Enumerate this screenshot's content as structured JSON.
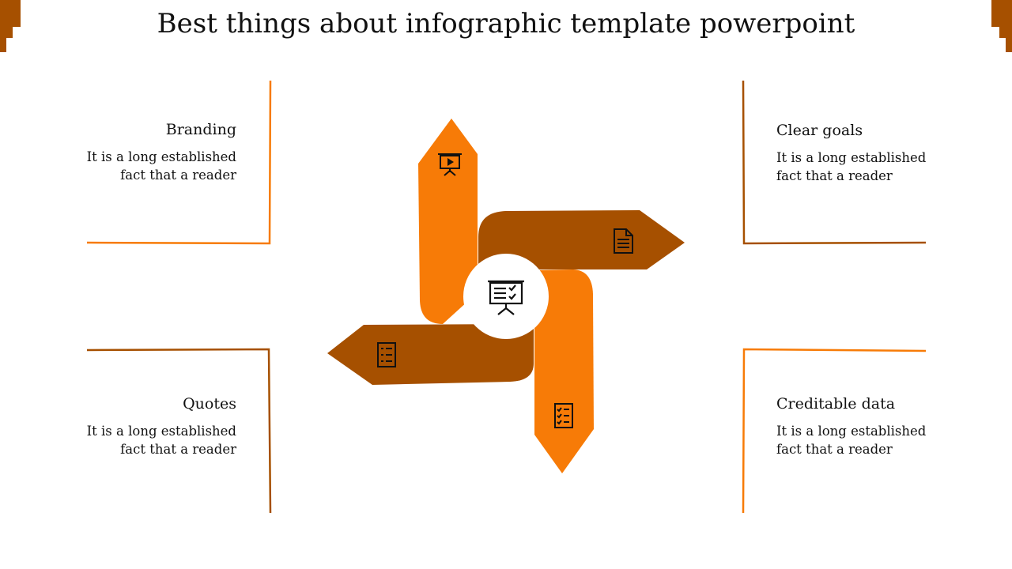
{
  "title": "Best things about infographic template powerpoint",
  "colors": {
    "light_orange": "#F77B07",
    "dark_orange": "#A65000",
    "corner": "#A65000",
    "icon": "#111111",
    "background": "#FFFFFF"
  },
  "center_icon": "presentation-board-checklist-icon",
  "items": [
    {
      "id": "top-left",
      "heading": "Branding",
      "body_line1": "It is a long established",
      "body_line2": "fact that a reader",
      "icon": "presentation-play-icon",
      "accent": "light_orange"
    },
    {
      "id": "top-right",
      "heading": "Clear goals",
      "body_line1": "It is a long established",
      "body_line2": "fact that a reader",
      "icon": "document-icon",
      "accent": "dark_orange"
    },
    {
      "id": "bottom-right",
      "heading": "Creditable data",
      "body_line1": "It is a long established",
      "body_line2": "fact that a reader",
      "icon": "checklist-icon",
      "accent": "light_orange"
    },
    {
      "id": "bottom-left",
      "heading": "Quotes",
      "body_line1": "It is a long established",
      "body_line2": "fact that a reader",
      "icon": "list-icon",
      "accent": "dark_orange"
    }
  ]
}
